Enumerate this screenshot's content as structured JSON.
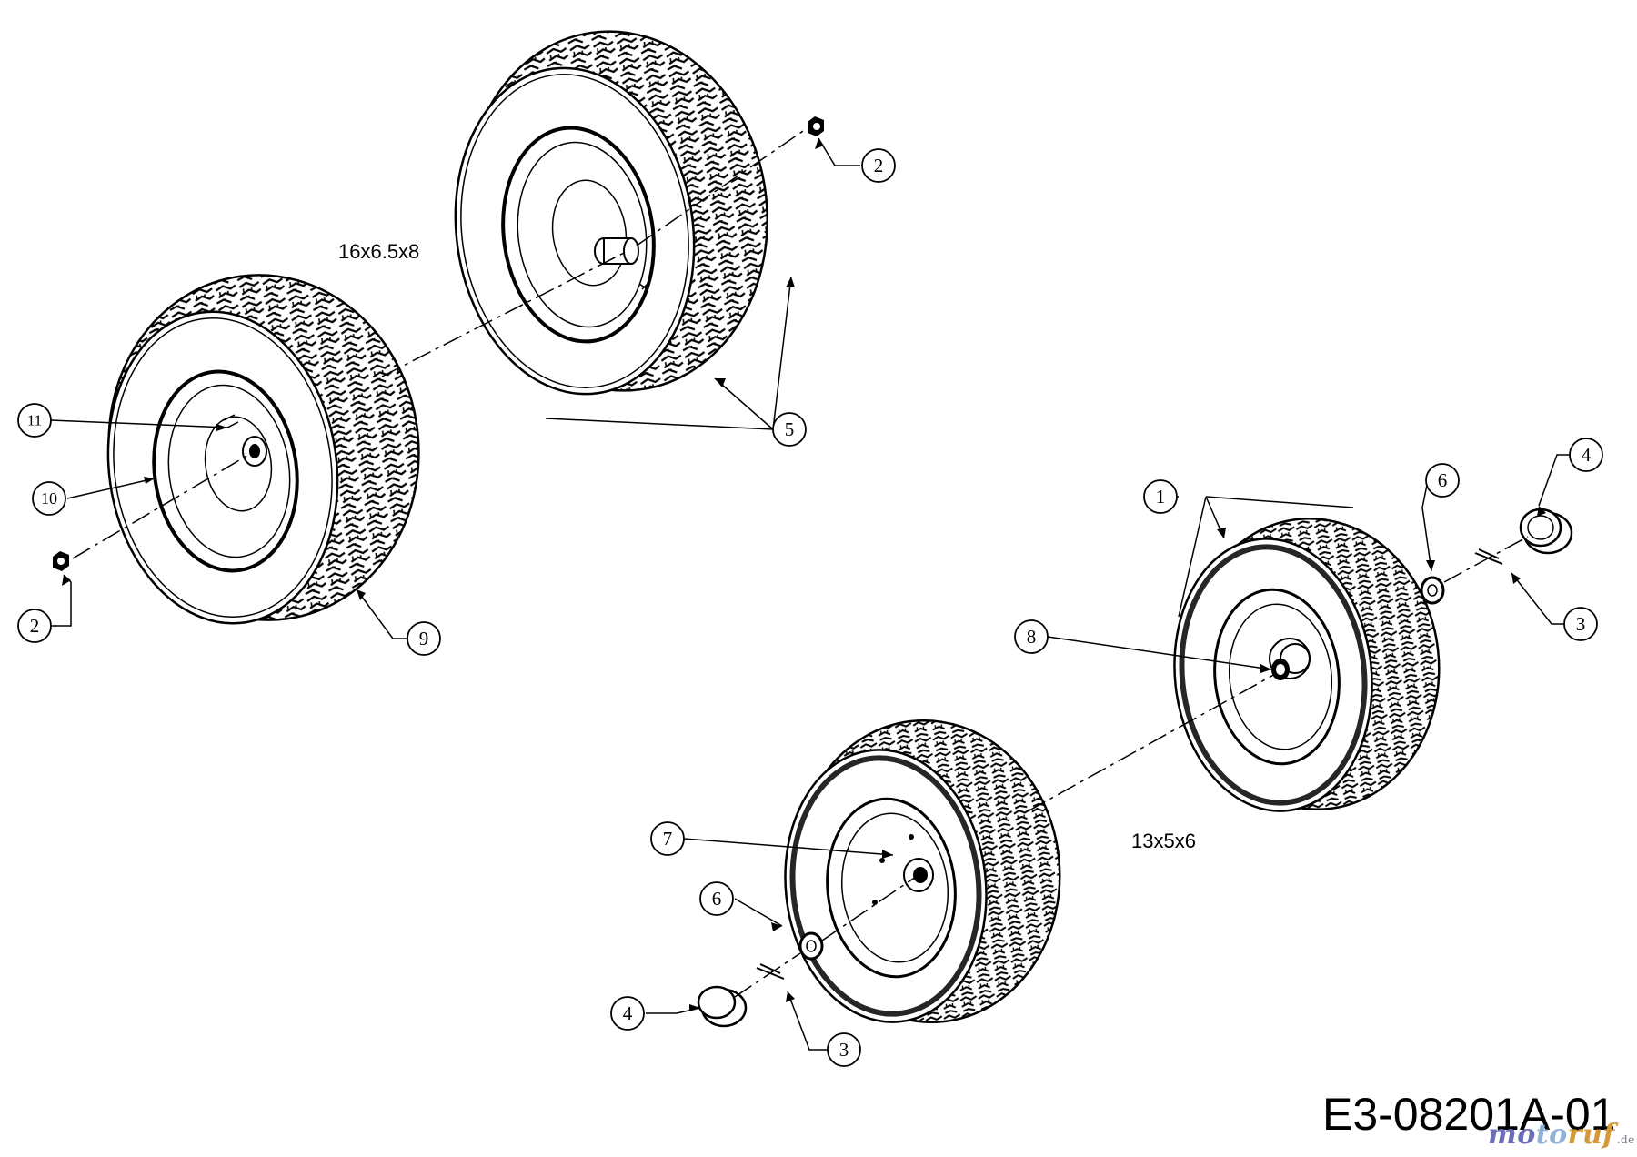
{
  "diagram": {
    "drawing_number": "E3-08201A-01",
    "size_labels": {
      "rear": "16x6.5x8",
      "front": "13x5x6"
    },
    "callouts": {
      "c1": "1",
      "c2a": "2",
      "c2b": "2",
      "c3a": "3",
      "c3b": "3",
      "c4a": "4",
      "c4b": "4",
      "c5": "5",
      "c6a": "6",
      "c6b": "6",
      "c7": "7",
      "c8": "8",
      "c9": "9",
      "c10": "10",
      "c11": "11"
    },
    "watermark": {
      "mo": "mo",
      "to": "to",
      "ruf": "ruf",
      "de": ".de"
    }
  }
}
